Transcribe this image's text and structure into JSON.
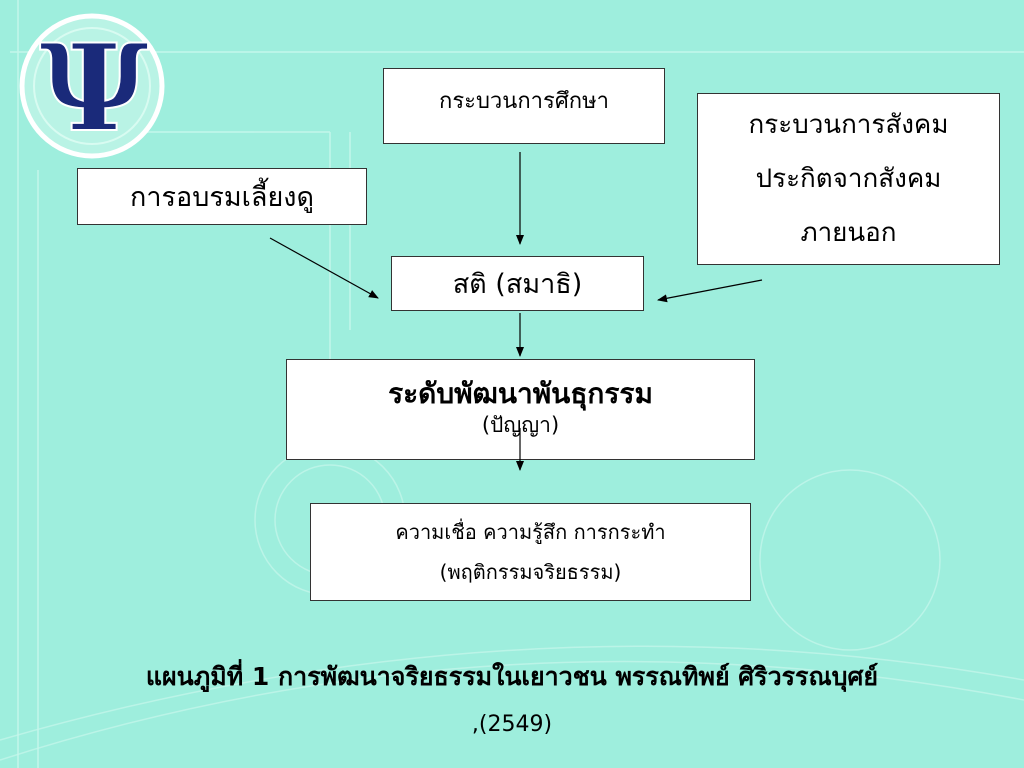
{
  "colors": {
    "background": "#9eeedd",
    "box_fill": "#ffffff",
    "box_border": "#333333",
    "logo_symbol": "#1a2a7a",
    "logo_ring": "#ffffff"
  },
  "logo": {
    "icon": "psi-symbol-icon"
  },
  "boxes": {
    "study_process": {
      "text": "กระบวนการศึกษา"
    },
    "upbringing": {
      "text": "การอบรมเลี้ยงดู"
    },
    "social_process": {
      "line1": "กระบวนการสังคม",
      "line2": "ประกิตจากสังคม",
      "line3": "ภายนอก"
    },
    "sati": {
      "text": "สติ (สมาธิ)"
    },
    "moral_level": {
      "title": "ระดับพัฒนาพันธุกรรม",
      "subtitle": "(ปัญญา)"
    },
    "belief": {
      "line1": "ความเชื่อ ความรู้สึก การกระทำ",
      "line2": "(พฤติกรรมจริยธรรม)"
    }
  },
  "caption": {
    "line1": "แผนภูมิที่ 1 การพัฒนาจริยธรรมในเยาวชน พรรณทิพย์ ศิริวรรณบุศย์",
    "line2": ",(2549)"
  }
}
